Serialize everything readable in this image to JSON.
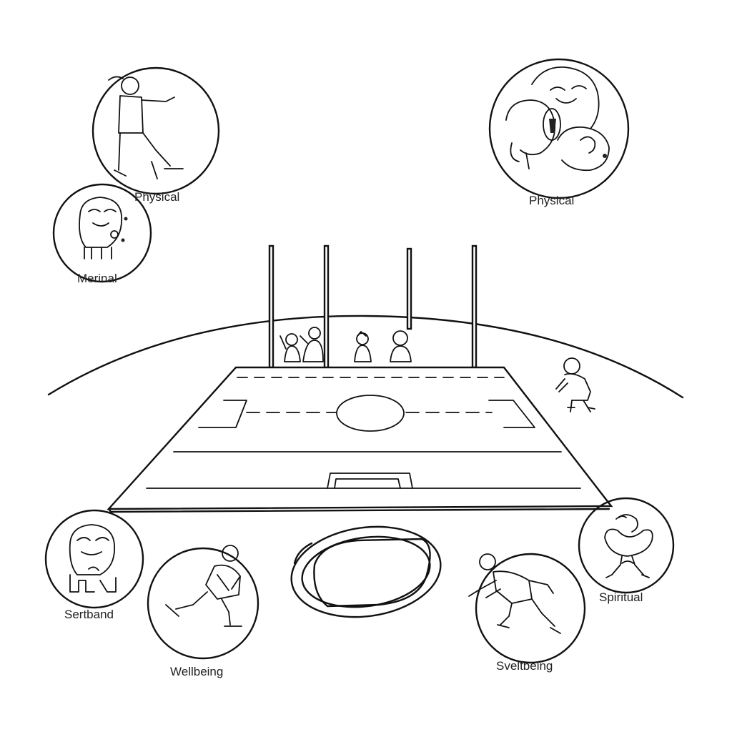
{
  "labels": {
    "top_left": "Physical",
    "mid_left": "Merinal",
    "top_right": "Physical",
    "bottom_left": "Sertband",
    "bottom_center_left": "Wellbeing",
    "bottom_right": "Spiritual",
    "bottom_center_right": "Sveltbeing"
  },
  "colors": {
    "ink": "#111111",
    "background": "#ffffff"
  }
}
